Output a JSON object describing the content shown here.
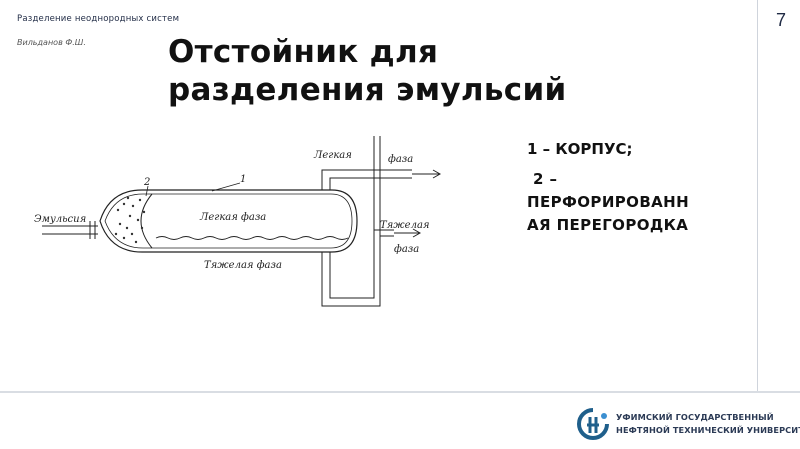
{
  "header": {
    "course": "Разделение неоднородных систем",
    "author": "Вильданов Ф.Ш.",
    "page_number": "7"
  },
  "slide": {
    "title_line1": "Отстойник для",
    "title_line2": "разделения эмульсий"
  },
  "diagram": {
    "label_light_phase_top": "Легкая",
    "label_light_phase_bottom": "фаза",
    "label_heavy_top": "Тяжелая",
    "label_heavy_bottom": "фаза",
    "label_inlet": "Эмульсия",
    "label_light_inside": "Легкая фаза",
    "label_heavy_inside": "Тяжелая фаза",
    "label_num_1": "1",
    "label_num_2": "2"
  },
  "legend": {
    "item1": "1 – КОРПУС;",
    "item2_num": "2 –",
    "item2_line1": "ПЕРФОРИРОВАНН",
    "item2_line2": "АЯ ПЕРЕГОРОДКА"
  },
  "footer": {
    "univ_line1": "УФИМСКИЙ ГОСУДАРСТВЕННЫЙ",
    "univ_line2": "НЕФТЯНОЙ ТЕХНИЧЕСКИЙ УНИВЕРСИТЕТ",
    "brand_color": "#1f5f8b"
  }
}
